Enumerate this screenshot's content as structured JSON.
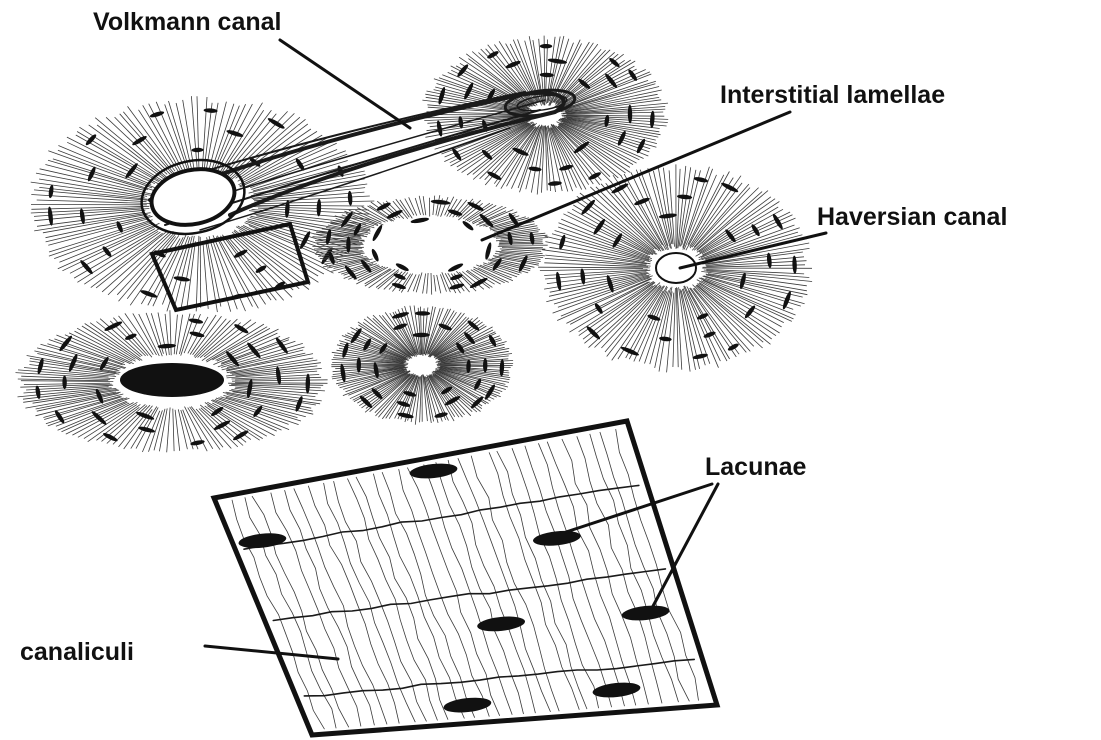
{
  "labels": {
    "volkmann_canal": "Volkmann canal",
    "interstitial_lamellae": "Interstitial lamellae",
    "haversian_canal": "Haversian canal",
    "lacunae": "Lacunae",
    "canaliculi": "canaliculi"
  },
  "colors": {
    "ink": "#111111",
    "background": "#ffffff"
  }
}
